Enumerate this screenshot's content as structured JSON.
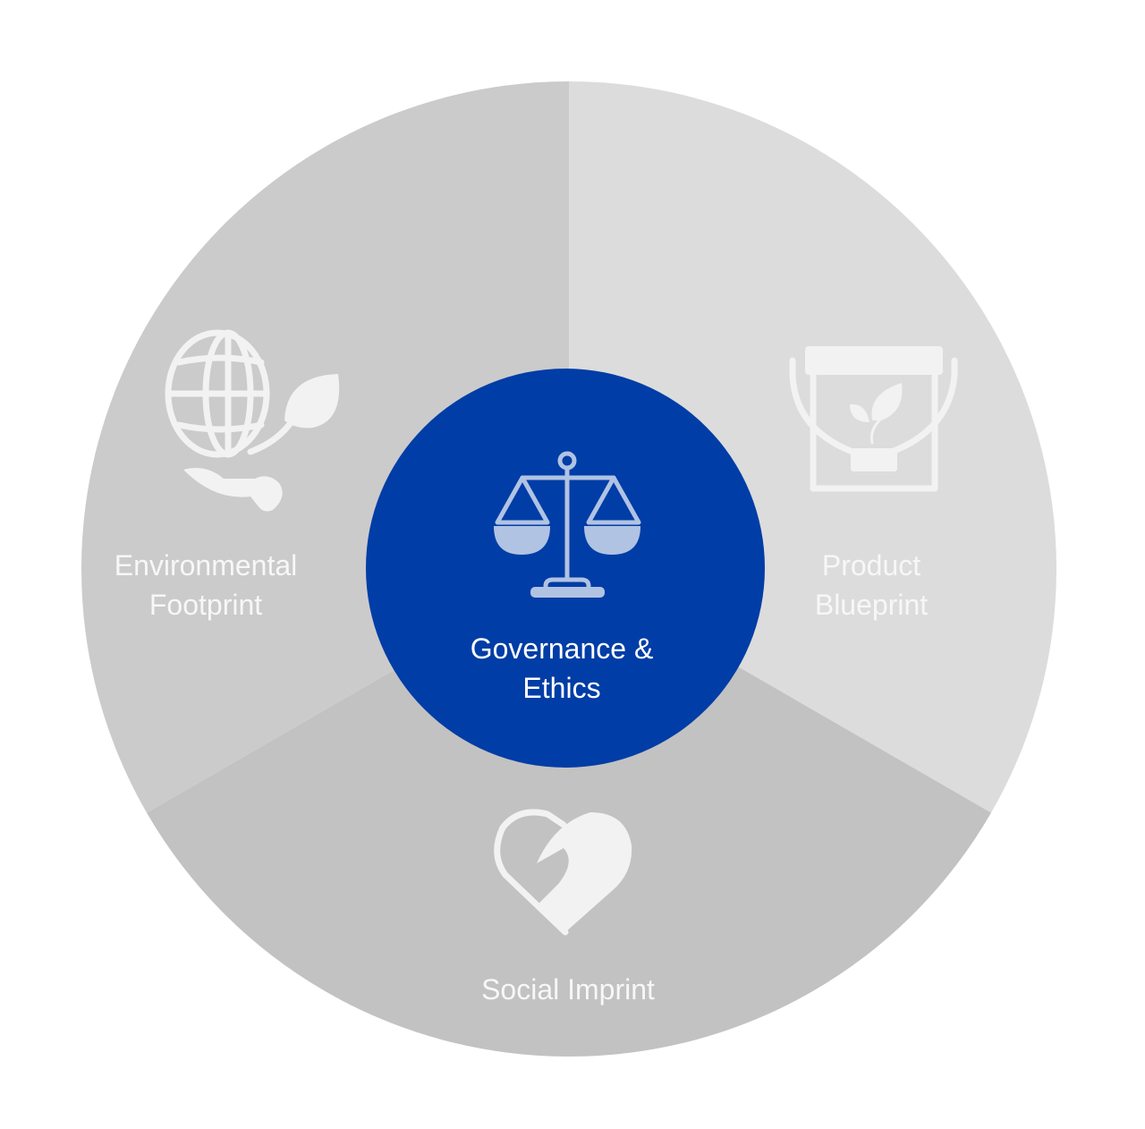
{
  "diagram": {
    "center": {
      "lines": [
        "Governance &",
        "Ethics"
      ],
      "icon": "scales-of-justice-icon"
    },
    "segments": [
      {
        "lines": [
          "Environmental",
          "Footprint"
        ],
        "icon": "globe-hand-leaf-icon"
      },
      {
        "lines": [
          "Product",
          "Blueprint"
        ],
        "icon": "bucket-plant-icon"
      },
      {
        "lines": [
          "Social Imprint"
        ],
        "icon": "handshake-heart-icon"
      }
    ]
  },
  "colors": {
    "center": "#003da6",
    "environmental": "#cbcbcb",
    "product": "#dcdcdc",
    "social": "#c2c2c2",
    "icon": "#f2f2f2",
    "center_icon": "#b1c3e3"
  }
}
